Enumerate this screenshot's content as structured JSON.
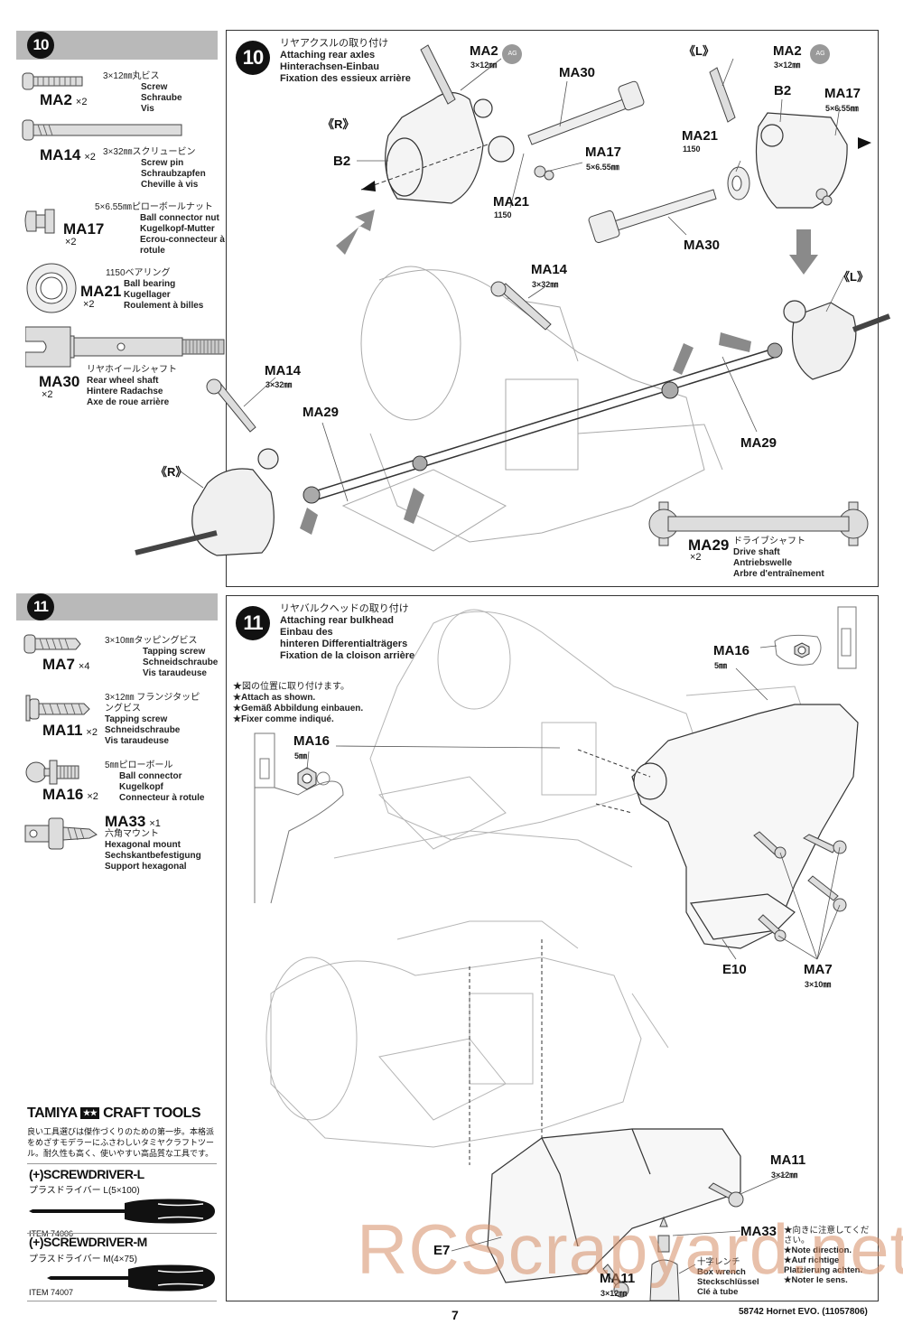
{
  "step10": {
    "number": "10",
    "parts": [
      {
        "code": "MA2",
        "qty": "×2",
        "jp": "3×12㎜丸ビス",
        "en": "Screw",
        "de": "Schraube",
        "fr": "Vis"
      },
      {
        "code": "MA14",
        "qty": "×2",
        "jp": "3×32㎜スクリュービン",
        "en": "Screw pin",
        "de": "Schraubzapfen",
        "fr": "Cheville à vis"
      },
      {
        "code": "MA17",
        "qty": "×2",
        "jp": "5×6.55㎜ピローボールナット",
        "en": "Ball connector nut",
        "de": "Kugelkopf-Mutter",
        "fr": "Ecrou-connecteur à rotule"
      },
      {
        "code": "MA21",
        "qty": "×2",
        "jp": "1150ベアリング",
        "en": "Ball bearing",
        "de": "Kugellager",
        "fr": "Roulement à billes"
      },
      {
        "code": "MA30",
        "qty": "×2",
        "jp": "リヤホイールシャフト",
        "en": "Rear wheel shaft",
        "de": "Hintere Radachse",
        "fr": "Axe de roue arrière"
      }
    ],
    "title_jp": "リヤアクスルの取り付け",
    "title_en": "Attaching rear axles",
    "title_de": "Hinterachsen-Einbau",
    "title_fr": "Fixation des essieux arrière",
    "labels": {
      "r_side": "《R》",
      "l_side": "《L》",
      "ma2": "MA2",
      "ma2_size": "3×12㎜",
      "ma30": "MA30",
      "ma17": "MA17",
      "ma17_size": "5×6.55㎜",
      "ma21": "MA21",
      "ma21_size": "1150",
      "b2": "B2",
      "ma14": "MA14",
      "ma14_size": "3×32㎜",
      "ma29": "MA29",
      "ag_badge": "AG"
    },
    "driveshaft": {
      "code": "MA29",
      "qty": "×2",
      "jp": "ドライブシャフト",
      "en": "Drive shaft",
      "de": "Antriebswelle",
      "fr": "Arbre d'entraînement"
    }
  },
  "step11": {
    "number": "11",
    "parts": [
      {
        "code": "MA7",
        "qty": "×4",
        "jp": "3×10㎜タッピングビス",
        "en": "Tapping screw",
        "de": "Schneidschraube",
        "fr": "Vis taraudeuse"
      },
      {
        "code": "MA11",
        "qty": "×2",
        "jp": "3×12㎜ フランジタッピングビス",
        "en": "Tapping screw",
        "de": "Schneidschraube",
        "fr": "Vis taraudeuse"
      },
      {
        "code": "MA16",
        "qty": "×2",
        "jp": "5㎜ピローボール",
        "en": "Ball connector",
        "de": "Kugelkopf",
        "fr": "Connecteur à rotule"
      },
      {
        "code": "MA33",
        "qty": "×1",
        "jp": "六角マウント",
        "en": "Hexagonal mount",
        "de": "Sechskantbefestigung",
        "fr": "Support hexagonal"
      }
    ],
    "title_jp": "リヤバルクヘッドの取り付け",
    "title_en": "Attaching rear bulkhead",
    "title_de1": "Einbau des",
    "title_de2": "hinteren Differentialträgers",
    "title_fr": "Fixation de la cloison arrière",
    "notes": [
      "★図の位置に取り付けます。",
      "★Attach as shown.",
      "★Gemäß Abbildung einbauen.",
      "★Fixer comme indiqué."
    ],
    "labels": {
      "ma16": "MA16",
      "ma16_size": "5㎜",
      "e10": "E10",
      "ma7": "MA7",
      "ma7_size": "3×10㎜",
      "ma11": "MA11",
      "ma11_size": "3×12㎜",
      "ma33": "MA33",
      "e7": "E7"
    },
    "wrench": {
      "jp": "十字レンチ",
      "en": "Box wrench",
      "de": "Steckschlüssel",
      "fr": "Clé à tube"
    },
    "direction_note": [
      "★向きに注意してください。",
      "★Note direction.",
      "★Auf richtige",
      "Platzierung achten.",
      "★Noter le sens."
    ]
  },
  "craft_tools": {
    "brand": "TAMIYA",
    "title": "CRAFT TOOLS",
    "intro": "良い工具選びは傑作づくりのための第一歩。本格派をめざすモデラーにふさわしいタミヤクラフトツール。耐久性も高く、使いやすい高品質な工具です。",
    "tools": [
      {
        "name": "(+)SCREWDRIVER-L",
        "jp": "プラスドライバー L(5×100)",
        "item": "ITEM 74006"
      },
      {
        "name": "(+)SCREWDRIVER-M",
        "jp": "プラスドライバー M(4×75)",
        "item": "ITEM 74007"
      }
    ]
  },
  "footer": {
    "page_number": "7",
    "model": "58742  Hornet EVO. (11057806)"
  },
  "watermark": "RCScrapyard.net",
  "colors": {
    "step_bar": "#b9b9b9",
    "ink": "#111111",
    "watermark": "#d68c64"
  }
}
